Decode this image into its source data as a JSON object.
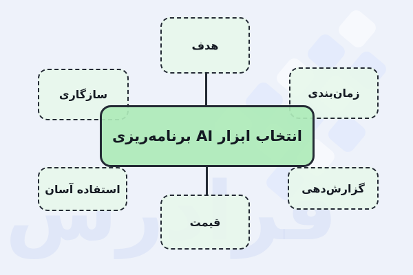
{
  "diagram": {
    "center_node": {
      "label": "انتخاب ابزار AI برنامه‌ریزی"
    },
    "nodes": [
      {
        "position": "top",
        "label": "هدف"
      },
      {
        "position": "top-left",
        "label": "سازگاری"
      },
      {
        "position": "top-right",
        "label": "زمان‌بندی"
      },
      {
        "position": "bottom-left",
        "label": "استفاده آسان"
      },
      {
        "position": "bottom-right",
        "label": "گزارش‌دهی"
      },
      {
        "position": "bottom",
        "label": "قیمت"
      }
    ],
    "watermark_text": "فرادرس"
  },
  "colors": {
    "background": "#eef2fa",
    "center_fill": "#aeeab8",
    "node_fill": "#e7f7ea",
    "border": "#232a34",
    "text": "#141922",
    "watermark": "#dde6f7"
  }
}
